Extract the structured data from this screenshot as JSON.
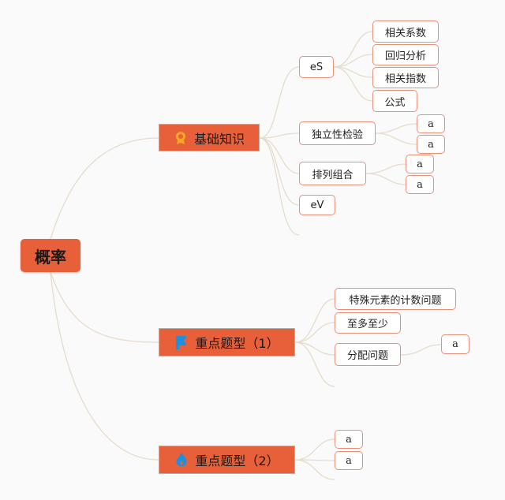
{
  "root": {
    "label": "概率"
  },
  "branches": [
    {
      "label": "基础知识",
      "icon": "award-icon",
      "icon_color": "#f5a623",
      "children": [
        {
          "label": "eS",
          "children": [
            "相关系数",
            "回归分析",
            "相关指数",
            "公式"
          ]
        },
        {
          "label": "独立性检验",
          "children": [
            "a",
            "a"
          ]
        },
        {
          "label": "排列组合",
          "children": [
            "a",
            "a"
          ]
        },
        {
          "label": "eV",
          "children": []
        }
      ]
    },
    {
      "label": "重点题型（1）",
      "icon": "flag-icon",
      "icon_color": "#1e90e0",
      "children": [
        {
          "label": "特殊元素的计数问题"
        },
        {
          "label": "至多至少"
        },
        {
          "label": "分配问题",
          "children": [
            "a"
          ]
        }
      ]
    },
    {
      "label": "重点题型（2）",
      "icon": "flame-icon",
      "icon_color": "#1e90e0",
      "children": [
        {
          "label": "a"
        },
        {
          "label": "a"
        }
      ]
    }
  ],
  "colors": {
    "node_fill": "#e8603a",
    "leaf_border": "#e9907a",
    "link": "#e6dccb"
  }
}
